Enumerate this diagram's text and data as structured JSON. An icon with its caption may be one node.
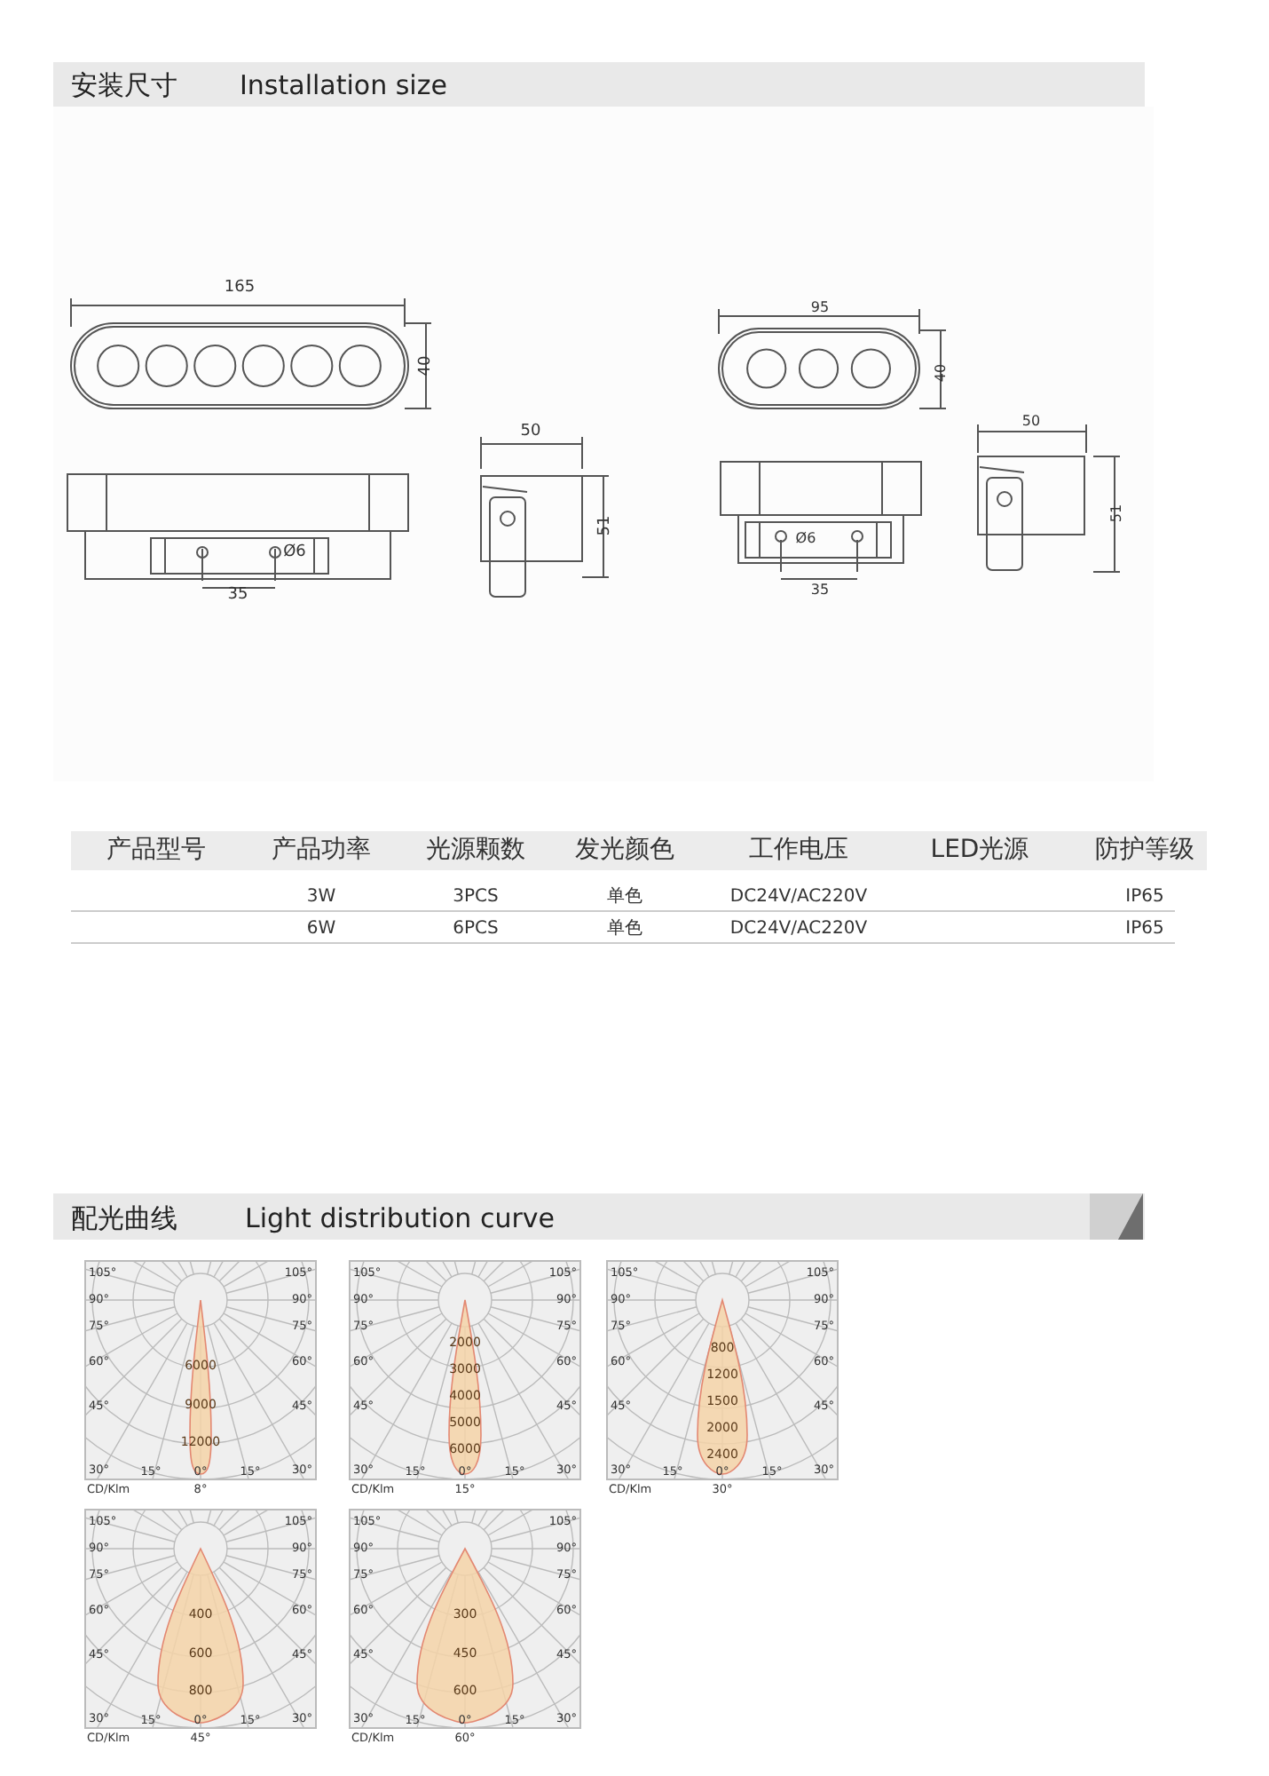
{
  "diagram": {
    "labels": [
      "安装尺寸",
      "Installation size",
      "165",
      "40",
      "50",
      "51",
      "35",
      "Ø6",
      "95",
      "40",
      "50",
      "51",
      "Ø6",
      "35",
      "产品型号",
      "产品功率",
      "光源颗数",
      "发光颜色",
      "工作电压",
      "LED光源",
      "防护等级",
      "3W",
      "3PCS",
      "单色",
      "DC24V/AC220V",
      "IP65",
      "6W",
      "6PCS",
      "单色",
      "DC24V/AC220V",
      "IP65",
      "配光曲线",
      "Light distribution curve",
      "105°",
      "105°",
      "90°",
      "90°",
      "75°",
      "75°",
      "60°",
      "60°",
      "45°",
      "45°",
      "6000",
      "9000",
      "12000",
      "30°",
      "15°",
      "0°",
      "15°",
      "30°",
      "CD/Klm",
      "8°",
      "105°",
      "105°",
      "90°",
      "90°",
      "75°",
      "75°",
      "60°",
      "60°",
      "45°",
      "45°",
      "2000",
      "3000",
      "4000",
      "5000",
      "6000",
      "30°",
      "15°",
      "0°",
      "15°",
      "30°",
      "CD/Klm",
      "15°",
      "105°",
      "105°",
      "90°",
      "90°",
      "75°",
      "75°",
      "60°",
      "60°",
      "45°",
      "45°",
      "800",
      "1200",
      "1500",
      "2000",
      "2400",
      "30°",
      "15°",
      "0°",
      "15°",
      "30°",
      "CD/Klm",
      "30°",
      "105°",
      "105°",
      "90°",
      "90°",
      "75°",
      "75°",
      "60°",
      "60°",
      "45°",
      "45°",
      "400",
      "600",
      "800",
      "30°",
      "15°",
      "0°",
      "15°",
      "30°",
      "CD/Klm",
      "45°",
      "105°",
      "105°",
      "90°",
      "90°",
      "75°",
      "75°",
      "60°",
      "60°",
      "45°",
      "45°",
      "300",
      "450",
      "600",
      "30°",
      "15°",
      "0°",
      "15°",
      "30°",
      "CD/Klm",
      "60°"
    ]
  }
}
